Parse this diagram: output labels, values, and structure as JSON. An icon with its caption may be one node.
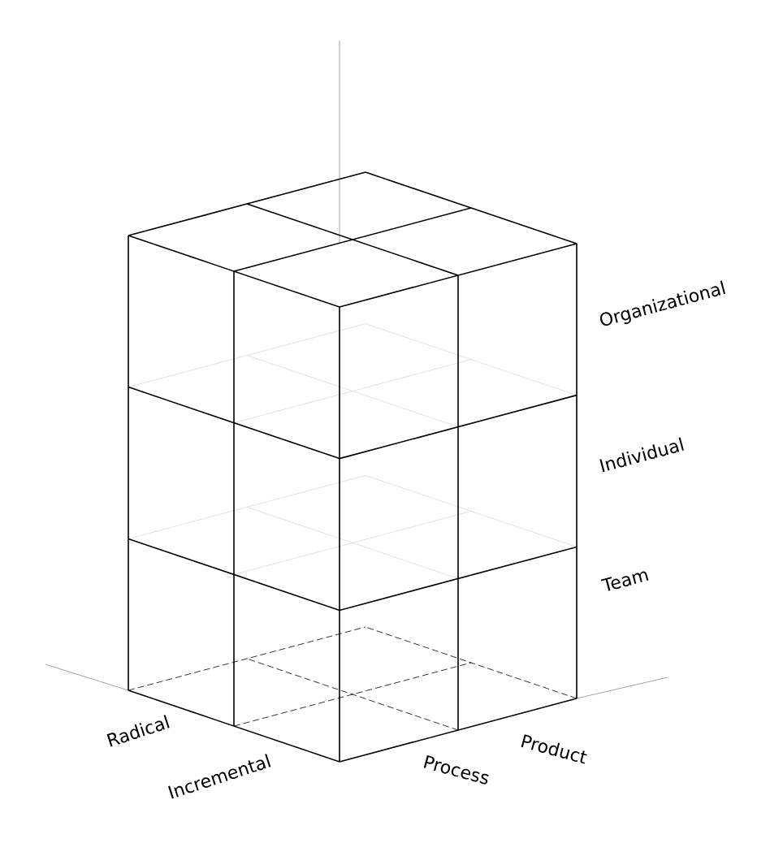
{
  "diagram": {
    "labels": [
      "Organizational",
      "Individual",
      "Team",
      "Radical",
      "Incremental",
      "Process",
      "Product"
    ]
  }
}
